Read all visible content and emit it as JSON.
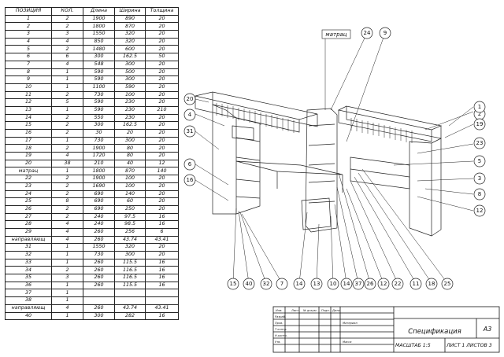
{
  "spec_table": {
    "headers": [
      "ПОЗИЦИЯ",
      "КОЛ.",
      "Длина",
      "Ширина",
      "Толщина"
    ],
    "rows": [
      [
        "1",
        "2",
        "1900",
        "890",
        "20"
      ],
      [
        "2",
        "2",
        "1800",
        "870",
        "20"
      ],
      [
        "3",
        "3",
        "1550",
        "320",
        "20"
      ],
      [
        "4",
        "4",
        "850",
        "320",
        "20"
      ],
      [
        "5",
        "2",
        "1480",
        "600",
        "20"
      ],
      [
        "6",
        "6",
        "300",
        "162.5",
        "50"
      ],
      [
        "7",
        "4",
        "548",
        "300",
        "20"
      ],
      [
        "8",
        "1",
        "590",
        "500",
        "20"
      ],
      [
        "9",
        "1",
        "590",
        "300",
        "20"
      ],
      [
        "10",
        "1",
        "1100",
        "590",
        "20"
      ],
      [
        "11",
        "2",
        "730",
        "100",
        "20"
      ],
      [
        "12",
        "5",
        "590",
        "230",
        "20"
      ],
      [
        "13",
        "1",
        "590",
        "230",
        "210"
      ],
      [
        "14",
        "2",
        "550",
        "230",
        "20"
      ],
      [
        "15",
        "2",
        "300",
        "162.5",
        "20"
      ],
      [
        "16",
        "2",
        "30",
        "20",
        "20"
      ],
      [
        "17",
        "1",
        "730",
        "300",
        "20"
      ],
      [
        "18",
        "2",
        "1900",
        "80",
        "20"
      ],
      [
        "19",
        "4",
        "1720",
        "80",
        "20"
      ],
      [
        "20",
        "38",
        "210",
        "40",
        "12"
      ],
      [
        "матрац",
        "1",
        "1800",
        "870",
        "140"
      ],
      [
        "22",
        "2",
        "1900",
        "100",
        "20"
      ],
      [
        "23",
        "2",
        "1690",
        "100",
        "20"
      ],
      [
        "24",
        "2",
        "690",
        "140",
        "20"
      ],
      [
        "25",
        "8",
        "690",
        "60",
        "20"
      ],
      [
        "26",
        "2",
        "690",
        "250",
        "20"
      ],
      [
        "27",
        "2",
        "240",
        "97.5",
        "16"
      ],
      [
        "28",
        "4",
        "240",
        "98.5",
        "16"
      ],
      [
        "29",
        "4",
        "260",
        "256",
        "6"
      ],
      [
        "направляющ",
        "4",
        "260",
        "43.74",
        "43.41"
      ],
      [
        "31",
        "1",
        "1550",
        "320",
        "20"
      ],
      [
        "32",
        "1",
        "730",
        "300",
        "20"
      ],
      [
        "33",
        "1",
        "260",
        "115.5",
        "16"
      ],
      [
        "34",
        "2",
        "260",
        "116.5",
        "16"
      ],
      [
        "35",
        "3",
        "260",
        "116.5",
        "16"
      ],
      [
        "36",
        "1",
        "260",
        "115.5",
        "16"
      ],
      [
        "37",
        "1",
        "",
        "",
        ""
      ],
      [
        "38",
        "1",
        "",
        "",
        ""
      ],
      [
        "направляющ",
        "4",
        "260",
        "43.74",
        "43.41"
      ],
      [
        "40",
        "1",
        "300",
        "282",
        "16"
      ]
    ]
  },
  "drawing": {
    "mattress_label": "матрац",
    "callouts_left": [
      "20",
      "4",
      "31",
      "6",
      "16"
    ],
    "callouts_top": [
      "24",
      "9"
    ],
    "callouts_right": [
      "2",
      "1",
      "19",
      "23",
      "5",
      "3",
      "8",
      "12"
    ],
    "callouts_bottom": [
      "15",
      "40",
      "32",
      "7",
      "14",
      "13",
      "10",
      "14",
      "37",
      "26",
      "12",
      "22",
      "11",
      "18",
      "25"
    ]
  },
  "title_block": {
    "header_cells": [
      "Изм.",
      "Лист",
      "№ докум.",
      "Подп.",
      "Дата"
    ],
    "row_labels": [
      "Разраб.",
      "Пров.",
      "Т.контр.",
      "Н.контр.",
      "Утв."
    ],
    "doc_title": "Спецификация",
    "format": "А3",
    "scale": "МАСШТАБ 1:5",
    "sheet": "ЛИСТ 1 ЛИСТОВ 3",
    "material_label": "Материал",
    "mass_label": "Масса"
  }
}
